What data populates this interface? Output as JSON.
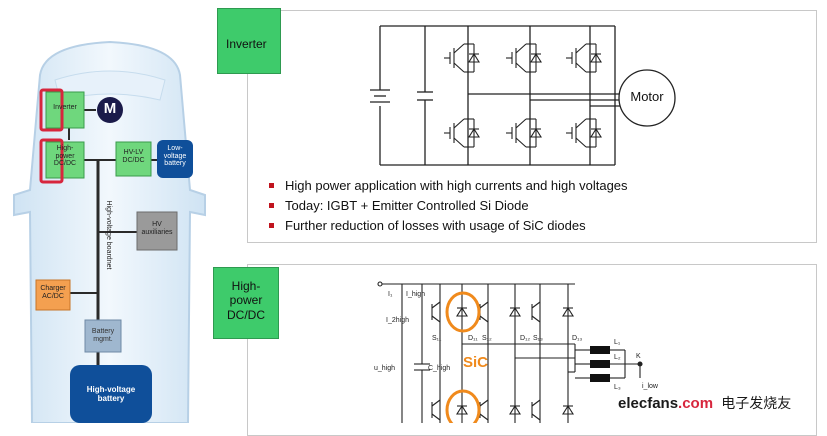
{
  "car": {
    "inverter": "Inverter",
    "motor": "M",
    "high_power_dcdc": "High-\npower\nDC/DC",
    "hv_lv_dcdc": "HV-LV\nDC/DC",
    "low_voltage_battery": "Low-\nvoltage\nbattery",
    "hv_boardnet": "High-voltage boardnet",
    "hv_auxiliaries": "HV\nauxiliaries",
    "charger": "Charger\nAC/DC",
    "battery_mgmt": "Battery\nmgmt.",
    "hv_battery": "High-voltage\nbattery",
    "colors": {
      "green": "#6fd77d",
      "blue": "#0f4f9a",
      "orange": "#f4a050",
      "red": "#d7263d"
    }
  },
  "inverter_panel": {
    "tag": "Inverter",
    "motor_label": "Motor",
    "bullets": [
      "High power application with high currents and high voltages",
      "Today: IGBT + Emitter Controlled Si Diode",
      "Further reduction of losses with usage of SiC diodes"
    ]
  },
  "dcdc_panel": {
    "tag": "High-\npower\nDC/DC",
    "sic_label": "SiC",
    "labels": {
      "i1": "I₁",
      "ihigh": "I_high",
      "i2high": "I_2high",
      "s11": "S₁₁",
      "d11": "D₁₁",
      "s12": "S₁₂",
      "d12": "D₁₂",
      "s13": "S₁₃",
      "d13": "D₁₃",
      "uhigh": "u_high",
      "chigh": "C_high",
      "l1": "L₁",
      "l2": "L₂",
      "l3": "L₃",
      "k": "K",
      "ilow": "i_low"
    }
  },
  "watermark": {
    "site": "elecfans",
    "domain": ".com",
    "cn": "电子发烧友"
  }
}
